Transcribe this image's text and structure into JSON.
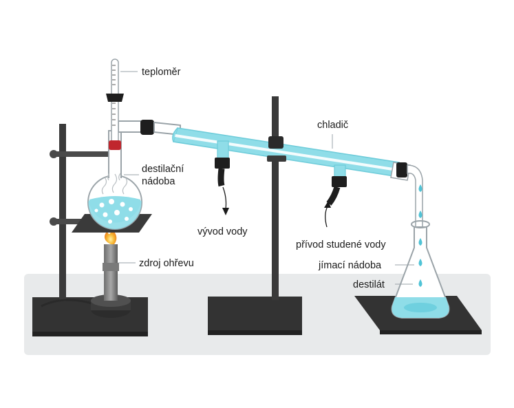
{
  "labels": {
    "thermometer": "teploměr",
    "flask_line1": "destilační",
    "flask_line2": "nádoba",
    "heat_source": "zdroj ohřevu",
    "condenser": "chladič",
    "water_out": "vývod vody",
    "water_in": "přívod studené vody",
    "receiver": "jímací nádoba",
    "distillate": "destilát"
  },
  "colors": {
    "water": "#8fdde8",
    "water_dark": "#4fc3d6",
    "glass_stroke": "#9aa3a8",
    "stand": "#3a3a3a",
    "base": "#333333",
    "floor": "#e8eaeb",
    "flame": "#f39c2b",
    "stopper": "#1e1e1e",
    "mercury": "#c0262d"
  }
}
